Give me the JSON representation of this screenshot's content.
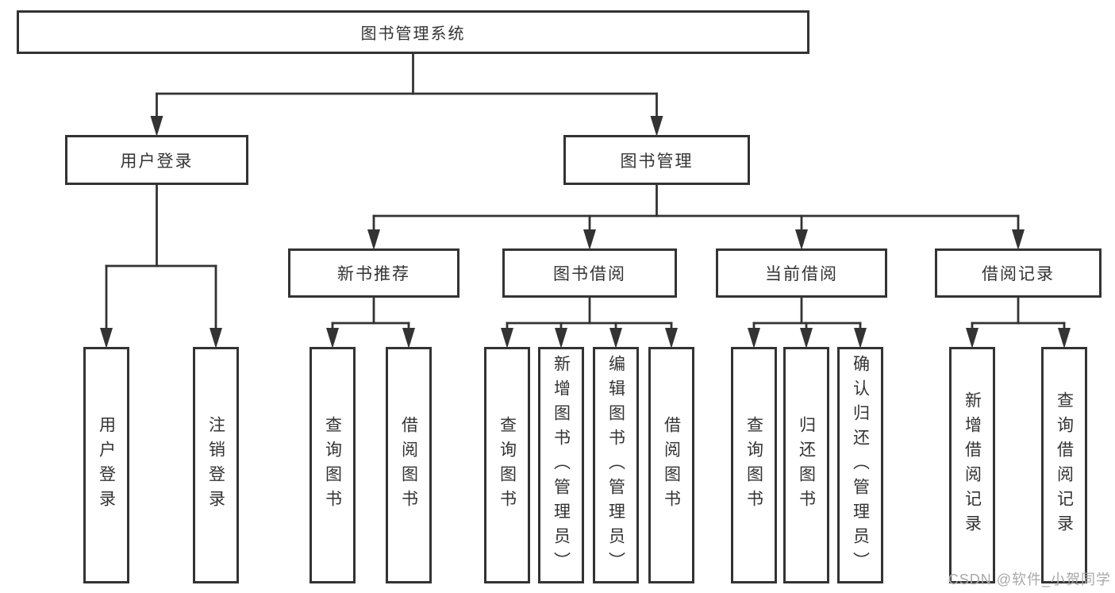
{
  "diagram": {
    "nodes": {
      "root": {
        "label": "图书管理系统"
      },
      "user_login": {
        "label": "用户登录"
      },
      "book_mgmt": {
        "label": "图书管理"
      },
      "new_book_rec": {
        "label": "新书推荐"
      },
      "book_borrow": {
        "label": "图书借阅"
      },
      "current_borrow": {
        "label": "当前借阅"
      },
      "borrow_records": {
        "label": "借阅记录"
      },
      "leaf_user_login": {
        "label": "用户登录"
      },
      "leaf_logout": {
        "label": "注销登录"
      },
      "leaf_nbr_query": {
        "label": "查询图书"
      },
      "leaf_nbr_borrow": {
        "label": "借阅图书"
      },
      "leaf_bb_query": {
        "label": "查询图书"
      },
      "leaf_bb_add": {
        "label": "新增图书（管理员）"
      },
      "leaf_bb_edit": {
        "label": "编辑图书（管理员）"
      },
      "leaf_bb_borrow": {
        "label": "借阅图书"
      },
      "leaf_cb_query": {
        "label": "查询图书"
      },
      "leaf_cb_return": {
        "label": "归还图书"
      },
      "leaf_cb_confirm": {
        "label": "确认归还（管理员）"
      },
      "leaf_br_add": {
        "label": "新增借阅记录"
      },
      "leaf_br_query": {
        "label": "查询借阅记录"
      }
    },
    "edges": [
      {
        "parent": "root",
        "children": [
          "user_login",
          "book_mgmt"
        ]
      },
      {
        "parent": "user_login",
        "children": [
          "leaf_user_login",
          "leaf_logout"
        ]
      },
      {
        "parent": "book_mgmt",
        "children": [
          "new_book_rec",
          "book_borrow",
          "current_borrow",
          "borrow_records"
        ]
      },
      {
        "parent": "new_book_rec",
        "children": [
          "leaf_nbr_query",
          "leaf_nbr_borrow"
        ]
      },
      {
        "parent": "book_borrow",
        "children": [
          "leaf_bb_query",
          "leaf_bb_add",
          "leaf_bb_edit",
          "leaf_bb_borrow"
        ]
      },
      {
        "parent": "current_borrow",
        "children": [
          "leaf_cb_query",
          "leaf_cb_return",
          "leaf_cb_confirm"
        ]
      },
      {
        "parent": "borrow_records",
        "children": [
          "leaf_br_add",
          "leaf_br_query"
        ]
      }
    ],
    "colors": {
      "line": "#333333",
      "box_border": "#333333",
      "text": "#333333",
      "background": "#ffffff",
      "watermark_text": "#a9a9a9"
    }
  },
  "watermark": {
    "text": "CSDN @软件_小贺同学"
  }
}
